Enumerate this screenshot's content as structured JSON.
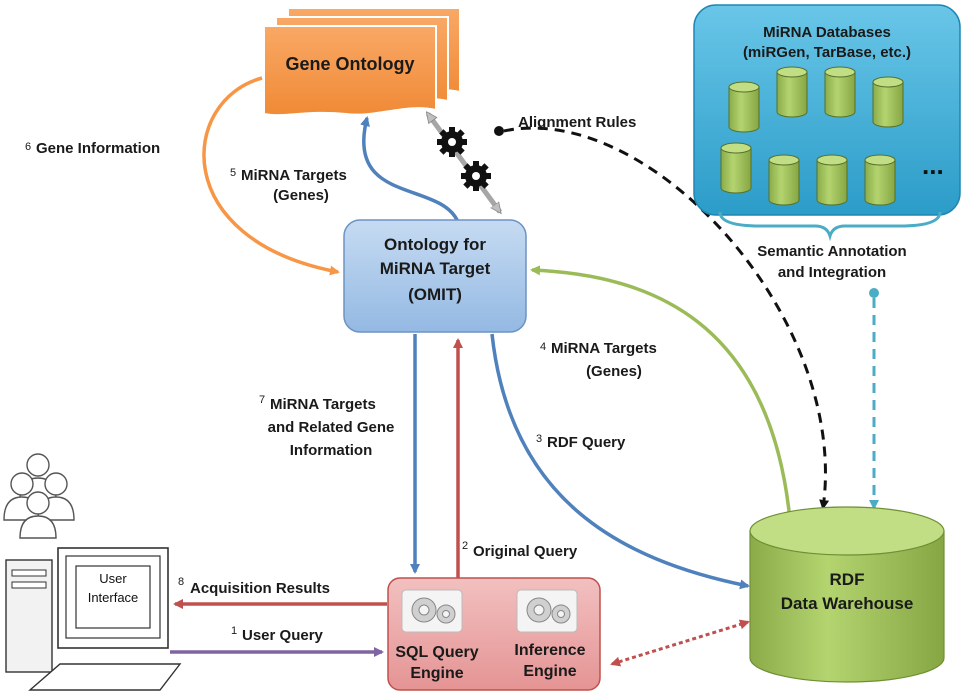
{
  "nodes": {
    "gene_ontology": "Gene Ontology",
    "omit": [
      "Ontology for",
      "MiRNA Target",
      "(OMIT)"
    ],
    "mirna_db": [
      "MiRNA Databases",
      "(miRGen, TarBase, etc.)"
    ],
    "semantic": [
      "Semantic Annotation",
      "and Integration"
    ],
    "rdf_dw": [
      "RDF",
      "Data Warehouse"
    ],
    "sql_engine": [
      "SQL Query",
      "Engine"
    ],
    "inference_engine": [
      "Inference",
      "Engine"
    ],
    "user_interface": [
      "User",
      "Interface"
    ],
    "alignment_rules": "Alignment Rules"
  },
  "edges": {
    "e1": {
      "num": "1",
      "text": [
        "User Query"
      ]
    },
    "e2": {
      "num": "2",
      "text": [
        "Original Query"
      ]
    },
    "e3": {
      "num": "3",
      "text": [
        "RDF Query"
      ]
    },
    "e4": {
      "num": "4",
      "text": [
        "MiRNA Targets",
        "(Genes)"
      ]
    },
    "e5": {
      "num": "5",
      "text": [
        "MiRNA Targets",
        "(Genes)"
      ]
    },
    "e6": {
      "num": "6",
      "text": [
        "Gene Information"
      ]
    },
    "e7": {
      "num": "7",
      "text": [
        "MiRNA Targets",
        "and Related Gene",
        "Information"
      ]
    },
    "e8": {
      "num": "8",
      "text": [
        "Acquisition Results"
      ]
    }
  },
  "colors": {
    "gene_ontology": "#f79646",
    "omit": "#a7c7ea",
    "db_box": "#3aaed8",
    "cylinder": "#9bbb59",
    "engine_box": "#eaa3a3",
    "arrow_blue": "#4f81bd",
    "arrow_red": "#c0504d",
    "arrow_green": "#9bbb59",
    "arrow_orange": "#f79646",
    "arrow_purple": "#8064a2",
    "arrow_cyan": "#4bacc6"
  }
}
